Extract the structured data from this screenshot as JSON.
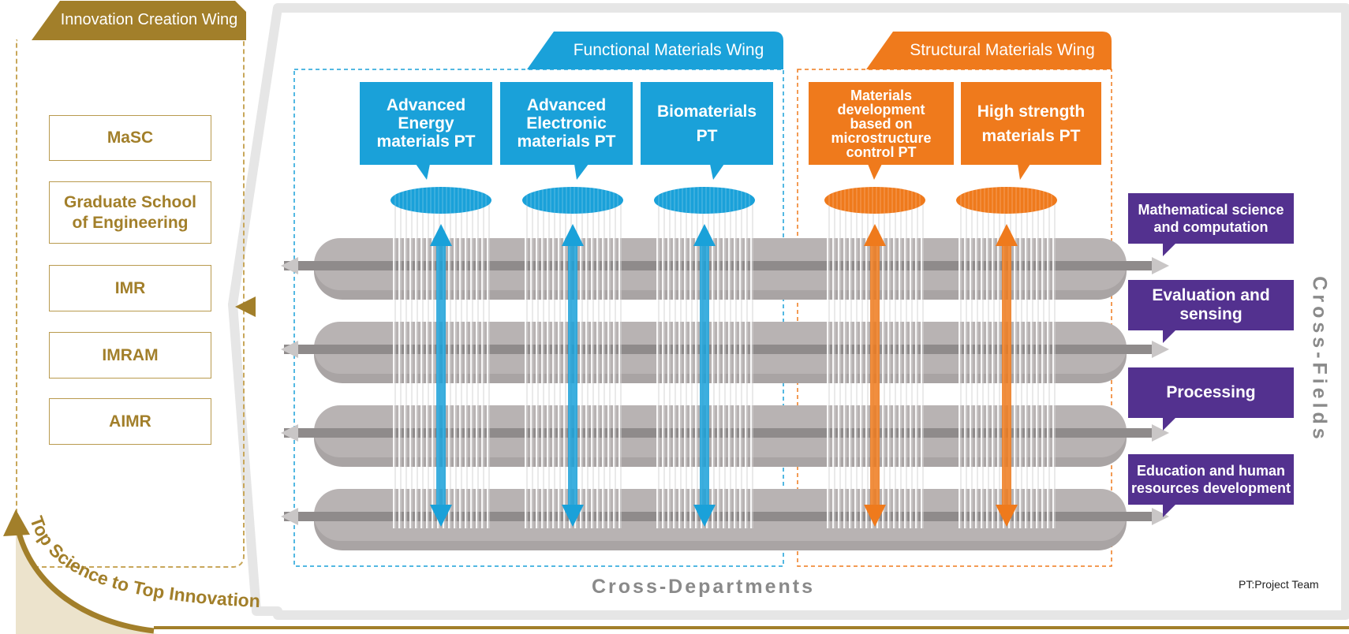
{
  "innovation_wing": {
    "title": "Innovation Creation Wing",
    "institutions": [
      "MaSC",
      "Graduate School\nof Engineering",
      "IMR",
      "IMRAM",
      "AIMR"
    ]
  },
  "slogan": "Top Science to Top Innovation",
  "functional_wing": {
    "title": "Functional Materials Wing",
    "teams": [
      "Advanced\nEnergy\nmaterials PT",
      "Advanced\nElectronic\nmaterials PT",
      "Biomaterials\nPT"
    ]
  },
  "structural_wing": {
    "title": "Structural Materials Wing",
    "teams": [
      "Materials\ndevelopment\nbased on\nmicrostructure\ncontrol PT",
      "High strength\nmaterials PT"
    ]
  },
  "cross_fields": {
    "title": "Cross-Fields",
    "items": [
      "Mathematical science\nand computation",
      "Evaluation and\nsensing",
      "Processing",
      "Education and human\nresources development"
    ]
  },
  "cross_departments": "Cross-Departments",
  "pt_note": "PT:Project Team",
  "colors": {
    "gold": "#a27f2a",
    "blue": "#1aa1d9",
    "orange": "#ef7a1c",
    "purple": "#53318f",
    "gray": "#8a8a8a"
  }
}
